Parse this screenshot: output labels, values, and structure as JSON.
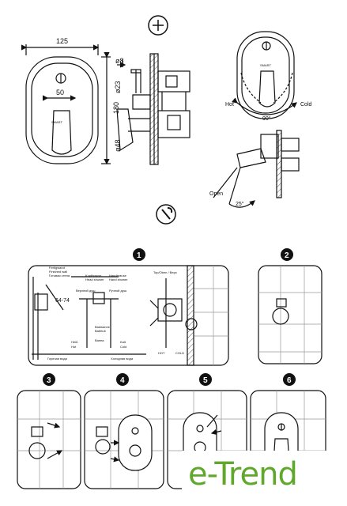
{
  "drawing": {
    "dim_width": "125",
    "dim_height": "180",
    "dim_50": "50",
    "dim_phi8": "ø8",
    "dim_phi23": "ø23",
    "dim_phi48": "ø48",
    "front_logo": "SMART",
    "side_logo": "SMART",
    "hot_label": "Hot",
    "cold_label": "Cold",
    "angle_90": "90°",
    "open_label": "Open",
    "angle_25": "25°"
  },
  "steps": {
    "s1": "1",
    "s2": "2",
    "s3": "3",
    "s4": "4",
    "s5": "5",
    "s6": "6"
  },
  "install": {
    "wall_de": "Fertigwand",
    "wall_en": "Finished wall",
    "wall_ru": "Готовая стена",
    "dim_range": "64-74",
    "handshower_de": "Kopfbrause",
    "handshower_en": "Head shower",
    "handshower_ru": "Верхний душ",
    "shower_de": "Handbrause",
    "shower_en": "Hand shower",
    "shower_ru": "Ручной душ",
    "tub_de": "Badwanne",
    "tub_en": "Bathtub",
    "tub_ru": "Ванна",
    "hot_de": "Heiß",
    "hot_en": "Hot",
    "hot_ru": "Горячая вода",
    "cold_de": "Kalt",
    "cold_en": "Cold",
    "cold_ru": "Холодная вода",
    "top_label": "Top/Oben / Верх",
    "hot_small": "HOT",
    "cold_small": "COLD"
  },
  "brand": {
    "name": "e-Trend",
    "color": "#5fa82b"
  }
}
